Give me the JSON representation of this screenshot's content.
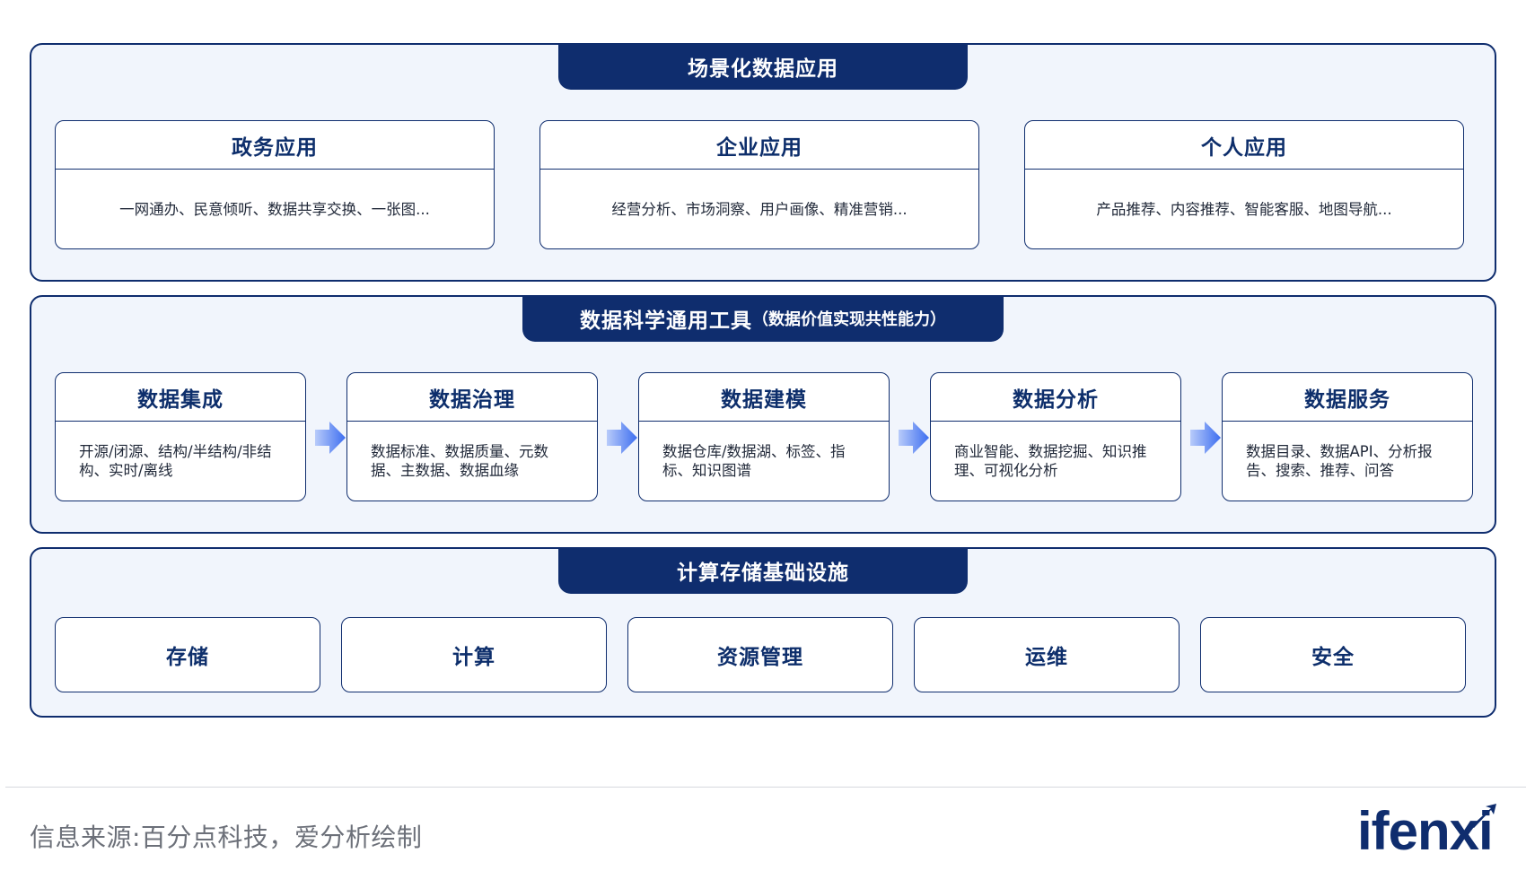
{
  "scenario": {
    "title": "场景化数据应用",
    "cards": [
      {
        "title": "政务应用",
        "desc": "一网通办、民意倾听、数据共享交换、一张图..."
      },
      {
        "title": "企业应用",
        "desc": "经营分析、市场洞察、用户画像、精准营销..."
      },
      {
        "title": "个人应用",
        "desc": "产品推荐、内容推荐、智能客服、地图导航..."
      }
    ]
  },
  "tools": {
    "title": "数据科学通用工具",
    "subtitle": "（数据价值实现共性能力）",
    "cards": [
      {
        "title": "数据集成",
        "desc": "开源/闭源、结构/半结构/非结构、实时/离线"
      },
      {
        "title": "数据治理",
        "desc": "数据标准、数据质量、元数据、主数据、数据血缘"
      },
      {
        "title": "数据建模",
        "desc": "数据仓库/数据湖、标签、指标、知识图谱"
      },
      {
        "title": "数据分析",
        "desc": "商业智能、数据挖掘、知识推理、可视化分析"
      },
      {
        "title": "数据服务",
        "desc": "数据目录、数据API、分析报告、搜索、推荐、问答"
      }
    ]
  },
  "infra": {
    "title": "计算存储基础设施",
    "items": [
      "存储",
      "计算",
      "资源管理",
      "运维",
      "安全"
    ]
  },
  "footer": {
    "source": "信息来源:百分点科技，爱分析绘制",
    "logo": "ifenxi"
  },
  "colors": {
    "navy": "#0f2d6e",
    "panel_bg": "#f1f5fc",
    "arrow_blue": "#3d6ef0"
  }
}
